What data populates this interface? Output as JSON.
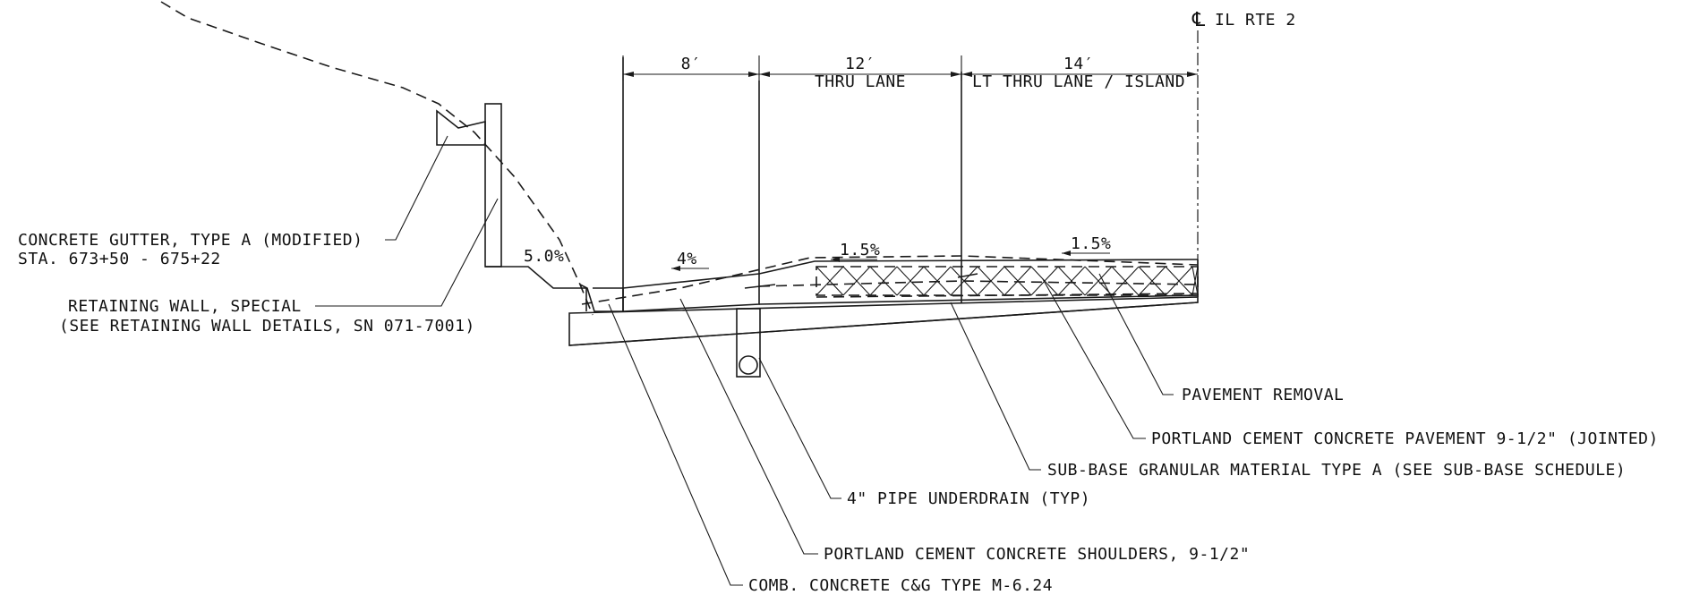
{
  "centerline": {
    "symbol": "℄",
    "label": "IL RTE 2"
  },
  "dimensions": [
    {
      "value": "8′",
      "lane": ""
    },
    {
      "value": "12′",
      "lane": "THRU LANE"
    },
    {
      "value": "14′",
      "lane": "LT THRU LANE / ISLAND"
    }
  ],
  "slopes": [
    "5.0%",
    "4%",
    "1.5%",
    "1.5%"
  ],
  "callouts": {
    "gutter": [
      "CONCRETE GUTTER, TYPE A (MODIFIED)",
      "STA. 673+50 - 675+22"
    ],
    "wall": [
      "RETAINING WALL, SPECIAL",
      "(SEE RETAINING WALL DETAILS, SN 071-7001)"
    ],
    "pavement_removal": "PAVEMENT REMOVAL",
    "pcc_pavement": "PORTLAND CEMENT CONCRETE PAVEMENT 9-1/2\" (JOINTED)",
    "subbase": "SUB-BASE GRANULAR MATERIAL TYPE A (SEE SUB-BASE SCHEDULE)",
    "underdrain": "4\" PIPE UNDERDRAIN (TYP)",
    "shoulders": "PORTLAND CEMENT CONCRETE SHOULDERS, 9-1/2\"",
    "curb_gutter": "COMB. CONCRETE C&G TYPE M-6.24"
  }
}
